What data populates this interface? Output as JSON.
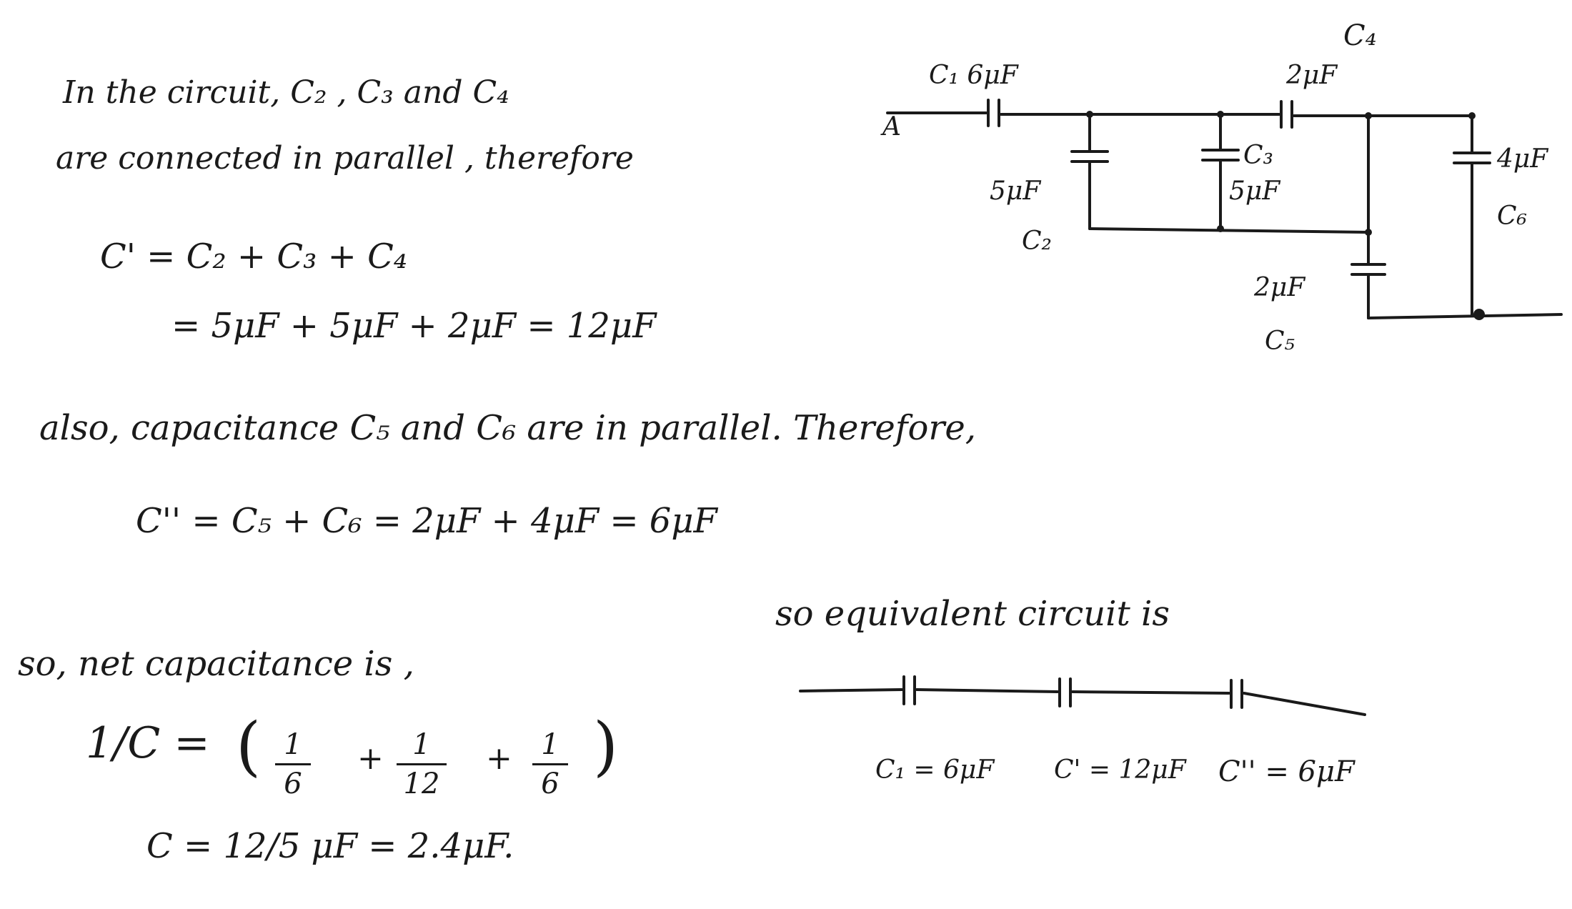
{
  "text": {
    "line1": "In the circuit, C₂ , C₃ and C₄",
    "line2": "are connected in parallel , therefore",
    "cprime": "C' = C₂ + C₃ + C₄",
    "cprime_val": "= 5μF + 5μF + 2μF = 12μF",
    "also": "also, capacitance C₅ and C₆ are in parallel. Therefore,",
    "cdouble": "C'' = C₅ + C₆ = 2μF + 4μF = 6μF",
    "equiv": "so equivalent circuit is",
    "so_net": "so, net capacitance is ,",
    "inv_c": "1/C =",
    "frac1_num": "1",
    "frac1_den": "6",
    "frac2_num": "1",
    "frac2_den": "12",
    "frac3_num": "1",
    "frac3_den": "6",
    "plus": "+",
    "result": "C = 12/5 μF = 2.4μF."
  },
  "circuit": {
    "node_a": "A",
    "c1": "C₁ 6μF",
    "c4_name": "C₄",
    "c4_val": "2μF",
    "c2_val": "5μF",
    "c2_name": "C₂",
    "c3_name": "C₃",
    "c3_val": "5μF",
    "c6_val": "4μF",
    "c6_name": "C₆",
    "c5_val": "2μF",
    "c5_name": "C₅"
  },
  "equivalent": {
    "c1": "C₁ = 6μF",
    "c2": "C' = 12μF",
    "c3": "C'' = 6μF"
  },
  "colors": {
    "ink": "#1a1a1a",
    "paper": "#ffffff"
  }
}
